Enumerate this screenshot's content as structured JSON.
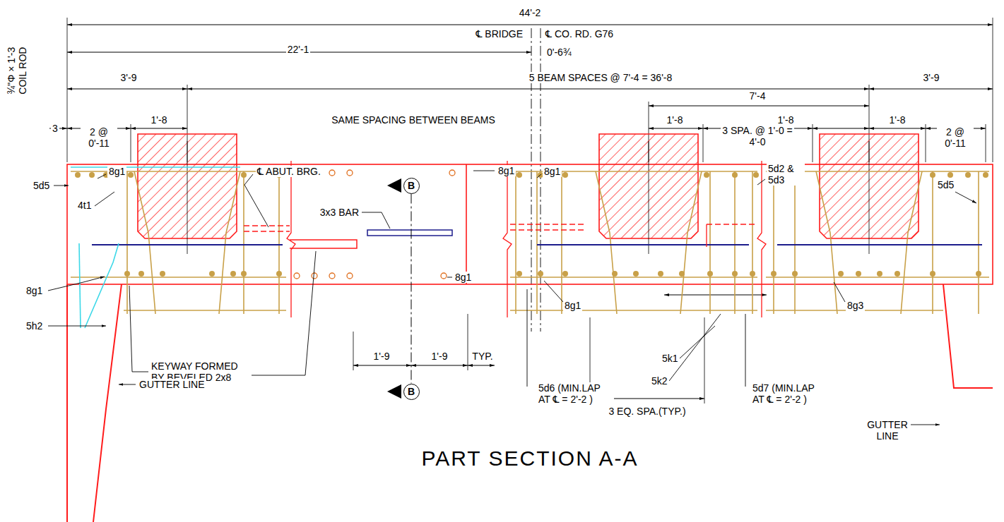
{
  "diagram": {
    "title": "PART SECTION A-A",
    "nodes": [
      {
        "text": [
          "B"
        ]
      },
      {
        "text": [
          "B"
        ]
      }
    ],
    "edges": [
      {
        "from": 0,
        "to": 1,
        "arrow": "none"
      }
    ],
    "labels": [
      "44'-2",
      "℄ BRIDGE",
      "℄ CO. RD. G76",
      "0'-6¾",
      "22'-1",
      "3'-9",
      "5 BEAM SPACES @ 7'-4 = 36'-8",
      "3'-9",
      "7'-4",
      "3",
      "2 @ 0'-11",
      "1'-8",
      "SAME SPACING BETWEEN BEAMS",
      "1'-8",
      "3 SPA. @ 1'-0 = 4'-0",
      "1'-8",
      "1'-8",
      "2 @ 0'-11",
      "¾\"Φ × 1'-3 COIL ROD",
      "8g1",
      "5d5",
      "4t1",
      "℄ ABUT. BRG.",
      "3x3 BAR",
      "8g1",
      "5d2 & 5d3",
      "5d5",
      "8g1",
      "5h2",
      "KEYWAY FORMED BY BEVELED 2x8",
      "GUTTER LINE",
      "1'-9",
      "1'-9",
      "TYP.",
      "8g1",
      "5d6 (MIN.LAP AT ℄ = 2'-2 )",
      "5k1",
      "5k2",
      "3 EQ. SPA.(TYP.)",
      "5d7 (MIN.LAP AT ℄ = 2'-2 )",
      "8g3",
      "GUTTER LINE",
      "8g1",
      "8g1"
    ]
  }
}
